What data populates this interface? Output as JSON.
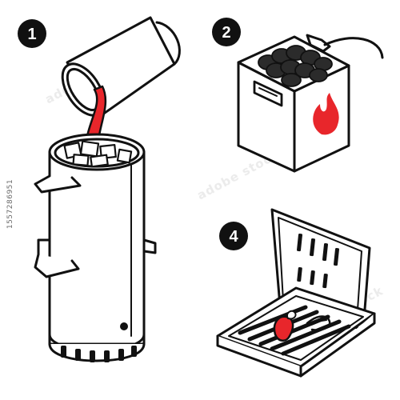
{
  "steps": {
    "step1": {
      "number": "1"
    },
    "step2": {
      "number": "2"
    },
    "step4": {
      "number": "4"
    }
  },
  "watermark": {
    "stock_id": "1557286951",
    "mark": "adobe stock"
  },
  "colors": {
    "line": "#111111",
    "fill": "#ffffff",
    "charcoal": "#2b2b2b",
    "flame": "#e8262b",
    "badge": "#111111"
  },
  "icons": [
    "chimney-starter-icon",
    "charcoal-bag-icon",
    "fire-starter-cube-icon",
    "grill-icon",
    "flame-icon",
    "lighter-icon"
  ]
}
